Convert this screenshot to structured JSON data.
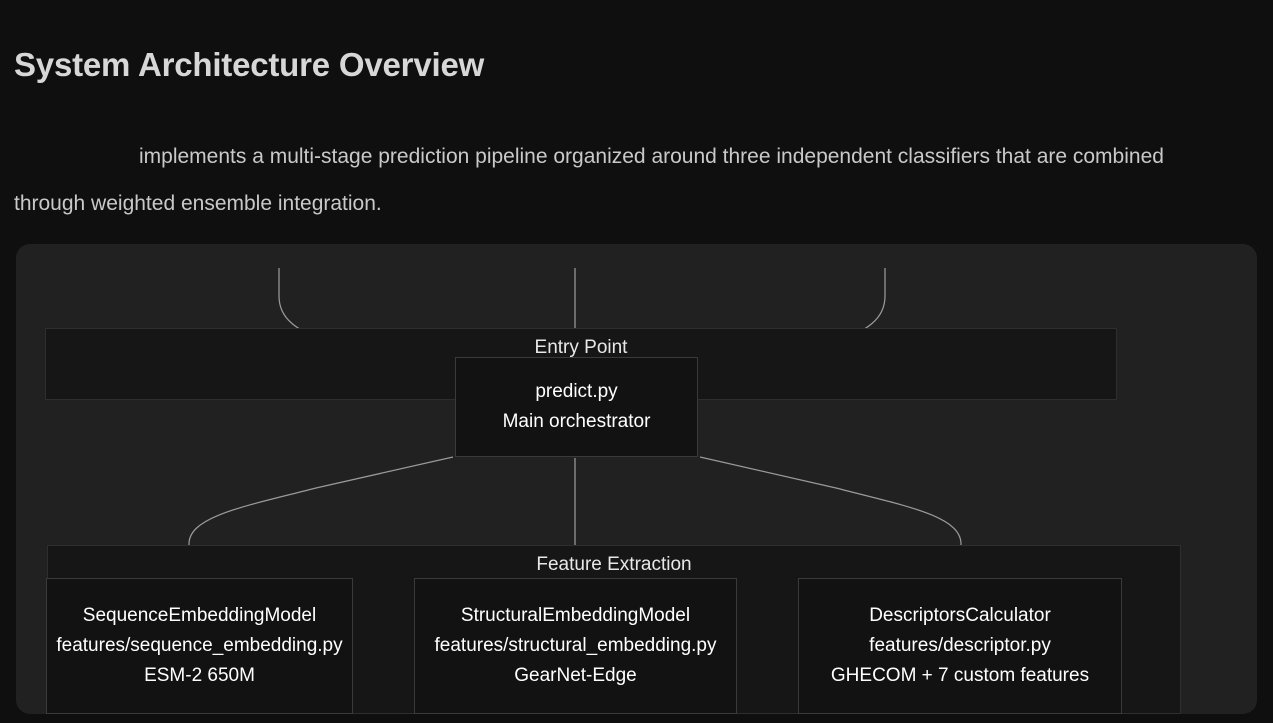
{
  "document": {
    "title": "System Architecture Overview",
    "paragraph_indent": "",
    "paragraph": "implements a multi-stage prediction pipeline organized around three independent classifiers that are combined through weighted ensemble integration."
  },
  "colors": {
    "page_background": "#0f0f0f",
    "diagram_background": "#212121",
    "cluster_background": "#161616",
    "node_background": "#121212",
    "node_border": "#3a3a3a",
    "edge_stroke": "#9a9a9a",
    "title_text": "#d7d7d7",
    "body_text": "#c9c9c9",
    "node_text": "#ffffff"
  },
  "diagram": {
    "clusters": [
      {
        "id": "entry",
        "title": "Entry Point"
      },
      {
        "id": "features",
        "title": "Feature Extraction"
      }
    ],
    "nodes": [
      {
        "id": "predict",
        "cluster": "entry",
        "line1": "predict.py",
        "line2": "Main orchestrator",
        "line3": ""
      },
      {
        "id": "sequence-embedding",
        "cluster": "features",
        "line1": "SequenceEmbeddingModel",
        "line2": "features/sequence_embedding.py",
        "line3": "ESM-2 650M"
      },
      {
        "id": "structural-embedding",
        "cluster": "features",
        "line1": "StructuralEmbeddingModel",
        "line2": "features/structural_embedding.py",
        "line3": "GearNet-Edge"
      },
      {
        "id": "descriptors-calculator",
        "cluster": "features",
        "line1": "DescriptorsCalculator",
        "line2": "features/descriptor.py",
        "line3": "GHECOM + 7 custom features"
      }
    ],
    "edges": [
      {
        "from": "offscreen-left",
        "to": "predict",
        "style": "curved-arrow"
      },
      {
        "from": "offscreen-top",
        "to": "predict",
        "style": "straight-arrow"
      },
      {
        "from": "offscreen-right",
        "to": "predict",
        "style": "curved-arrow"
      },
      {
        "from": "predict",
        "to": "sequence-embedding",
        "style": "curved-arrow"
      },
      {
        "from": "predict",
        "to": "structural-embedding",
        "style": "straight-arrow"
      },
      {
        "from": "predict",
        "to": "descriptors-calculator",
        "style": "curved-arrow"
      },
      {
        "from": "sequence-embedding",
        "to": "offscreen-bottom",
        "style": "straight-line"
      },
      {
        "from": "structural-embedding",
        "to": "offscreen-bottom",
        "style": "straight-line"
      },
      {
        "from": "descriptors-calculator",
        "to": "offscreen-bottom",
        "style": "straight-line"
      }
    ]
  }
}
